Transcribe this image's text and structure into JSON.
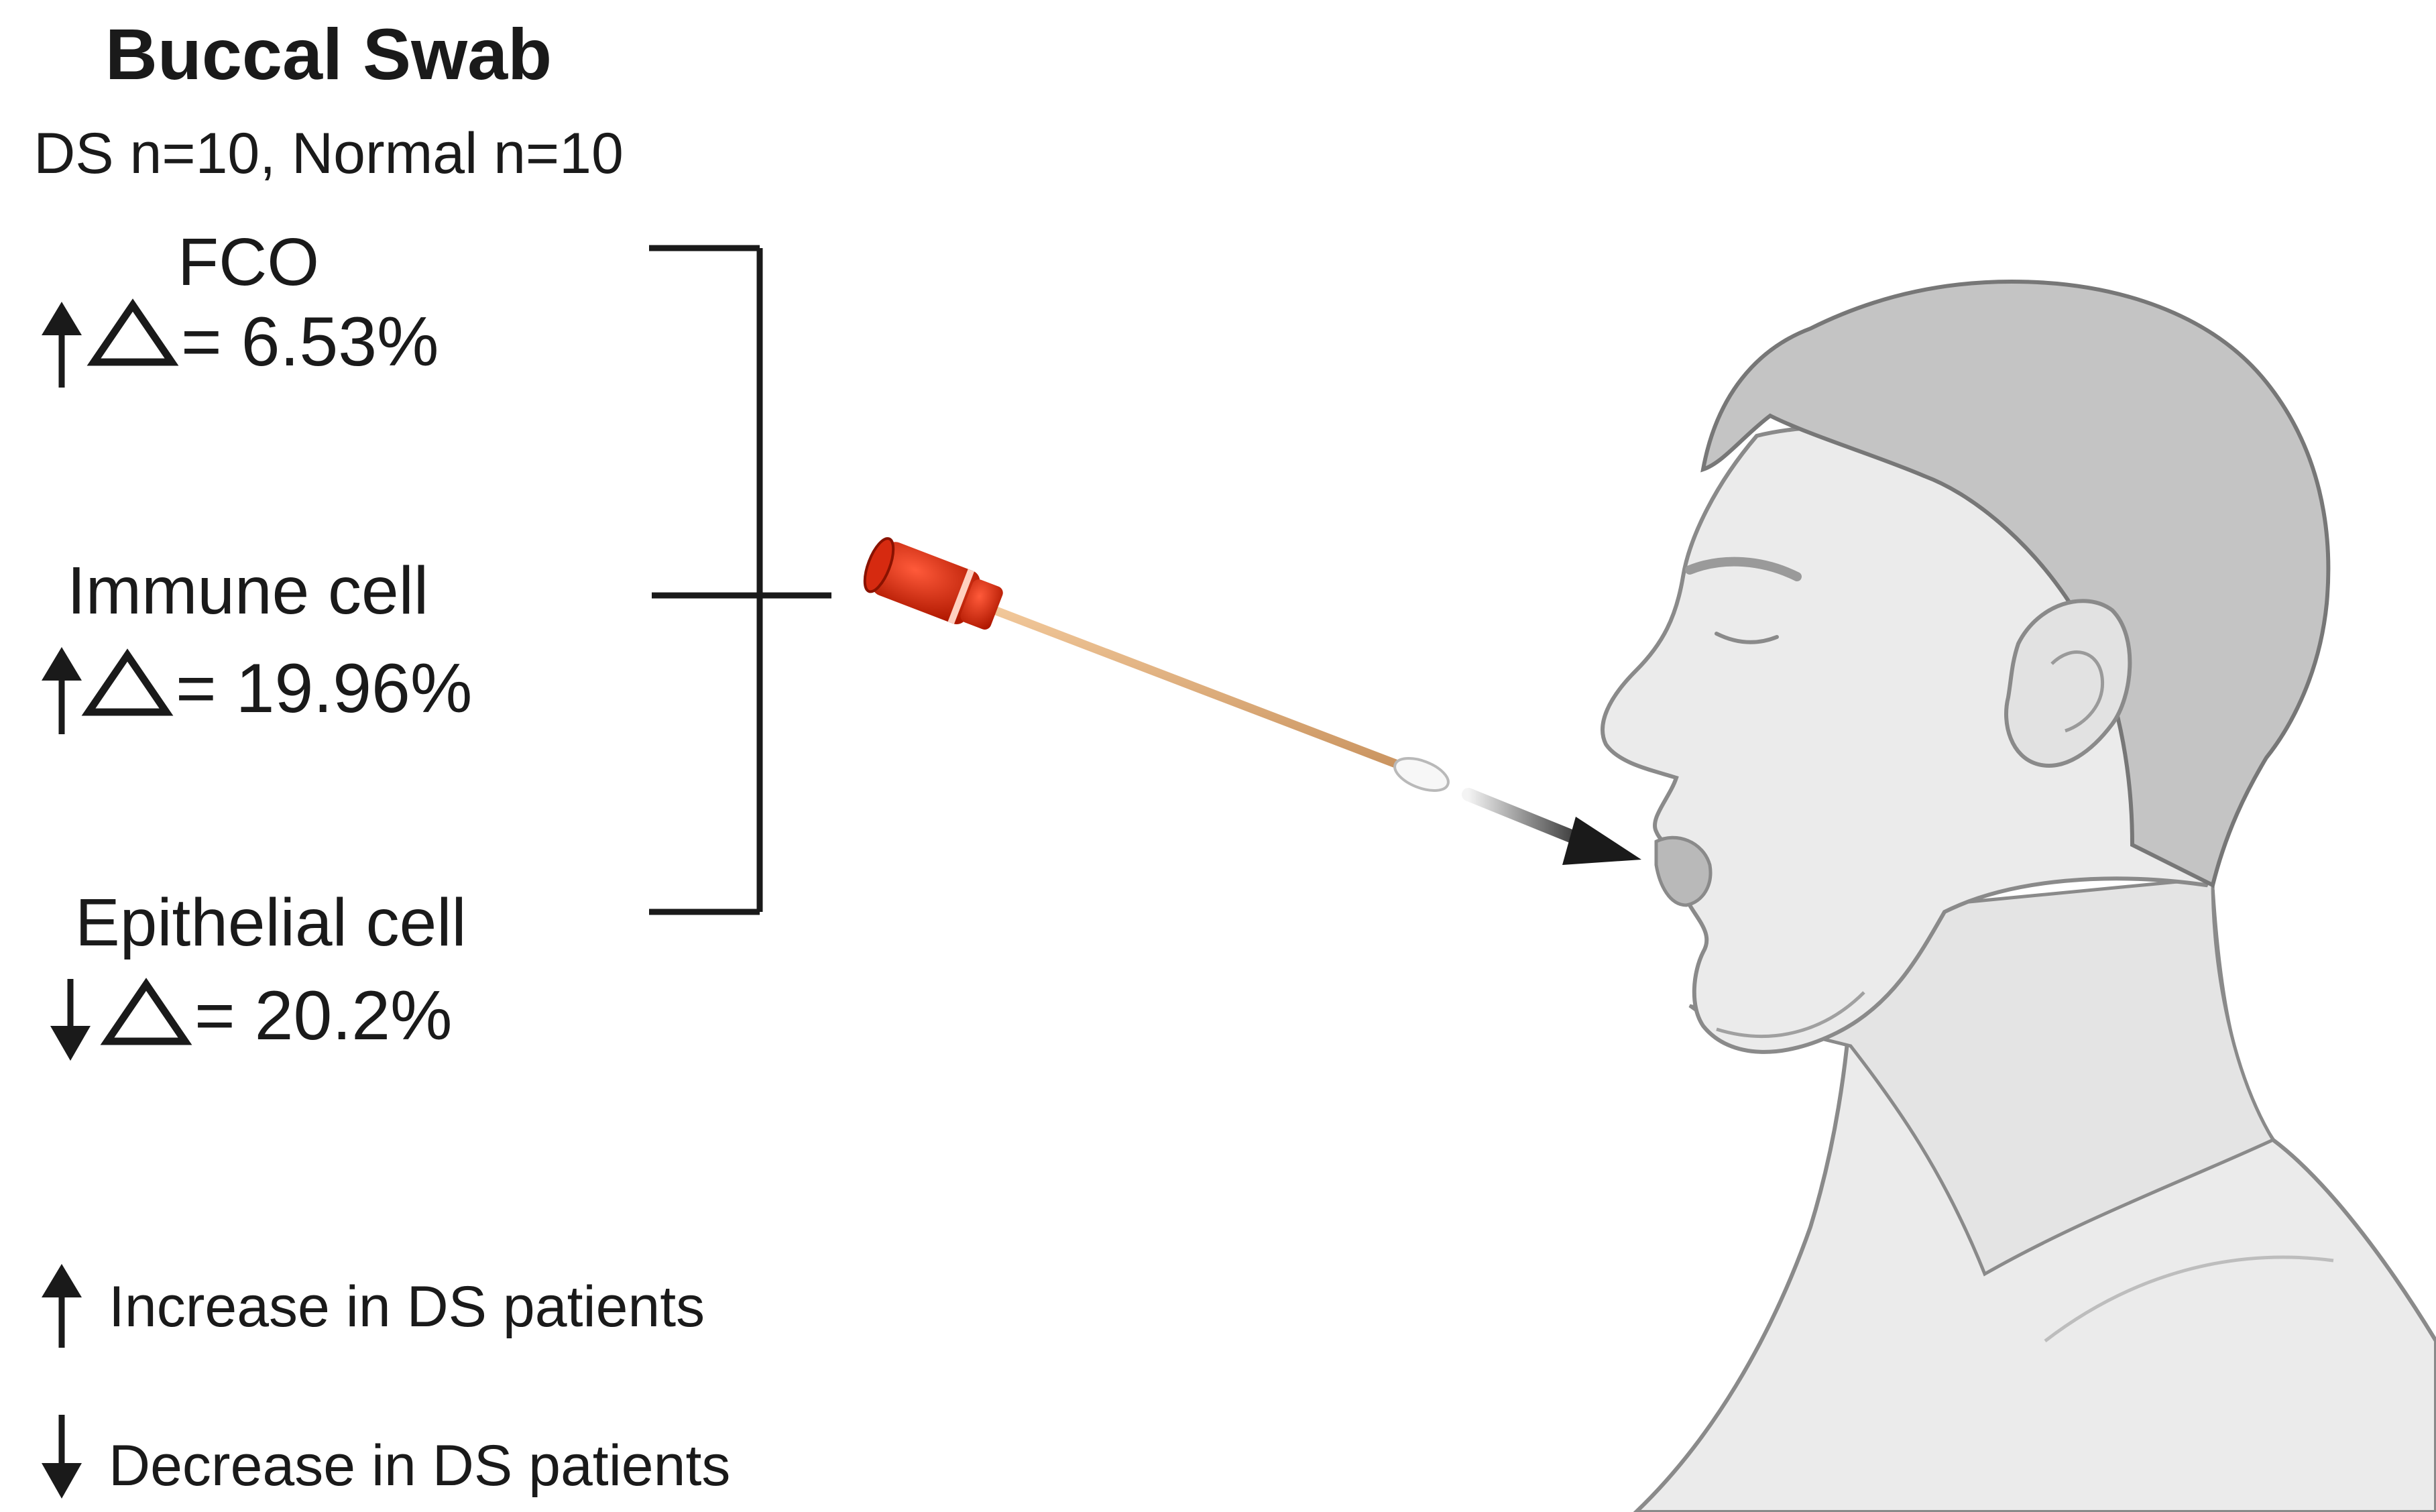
{
  "title": "Buccal Swab",
  "subtitle": "DS n=10, Normal n=10",
  "measurements": [
    {
      "label": "FCO",
      "direction": "increase",
      "value": "= 6.53%"
    },
    {
      "label": "Immune cell",
      "direction": "increase",
      "value": "= 19.96%"
    },
    {
      "label": "Epithelial cell",
      "direction": "decrease",
      "value": "= 20.2%"
    }
  ],
  "legend": {
    "increase": "Increase in DS patients",
    "decrease": "Decrease in DS patients"
  },
  "colors": {
    "text": "#1a1a1a",
    "swab_cap": "#cc2200",
    "swab_stick": "#e8b98a",
    "hair": "#bdbdbd",
    "skin": "#e9e9e9",
    "outline": "#555555"
  }
}
